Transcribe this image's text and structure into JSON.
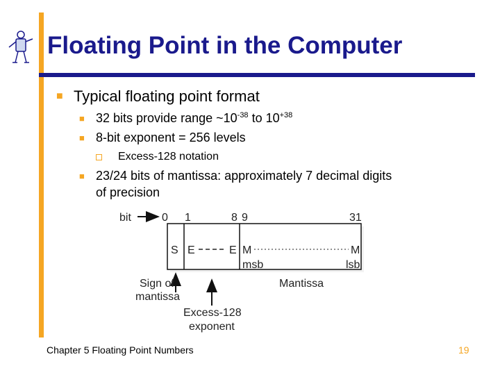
{
  "title": "Floating Point in the Computer",
  "bullets": {
    "b1": "Typical floating point format",
    "b2a_prefix": "32 bits provide range ~10",
    "b2a_exp1": "-38",
    "b2a_mid": " to 10",
    "b2a_exp2": "+38",
    "b2b": "8-bit exponent = 256 levels",
    "b3": "Excess-128 notation",
    "b2c_line1": "23/24 bits of mantissa: approximately 7 decimal digits",
    "b2c_line2": "of precision"
  },
  "diagram": {
    "bit_label": "bit",
    "bit_0": "0",
    "bit_1": "1",
    "bit_8": "8",
    "bit_9": "9",
    "bit_31": "31",
    "s": "S",
    "e_left": "E",
    "e_right": "E",
    "m_left": "M",
    "m_right": "M",
    "msb": "msb",
    "lsb": "lsb",
    "sign_line1": "Sign of",
    "sign_line2": "mantissa",
    "mantissa": "Mantissa",
    "excess_line1": "Excess-128",
    "excess_line2": "exponent"
  },
  "footer": "Chapter 5 Floating Point Numbers",
  "page_number": "19",
  "colors": {
    "accent": "#f5a623",
    "title": "#1a1a8c"
  }
}
